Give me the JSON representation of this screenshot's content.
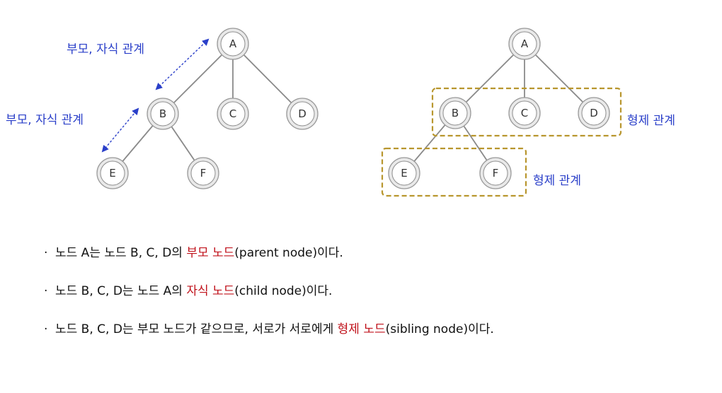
{
  "left_tree": {
    "nodes": {
      "A": "A",
      "B": "B",
      "C": "C",
      "D": "D",
      "E": "E",
      "F": "F"
    },
    "label_top": "부모, 자식 관계",
    "label_left": "부모, 자식 관계"
  },
  "right_tree": {
    "nodes": {
      "A": "A",
      "B": "B",
      "C": "C",
      "D": "D",
      "E": "E",
      "F": "F"
    },
    "label_group1": "형제 관계",
    "label_group2": "형제 관계"
  },
  "bullets": [
    {
      "dot": "·",
      "pre": "노드 A는 노드 B, C, D의 ",
      "hl": "부모 노드",
      "post": "(parent node)이다."
    },
    {
      "dot": "·",
      "pre": "노드 B, C, D는 노드 A의 ",
      "hl": "자식 노드",
      "post": "(child node)이다."
    },
    {
      "dot": "·",
      "pre": "노드 B, C, D는 부모 노드가 같으므로, 서로가 서로에게 ",
      "hl": "형제 노드",
      "post": "(sibling node)이다."
    }
  ],
  "colors": {
    "label_blue": "#2a3fc9",
    "highlight_red": "#c0121b",
    "group_box": "#b8962e"
  }
}
